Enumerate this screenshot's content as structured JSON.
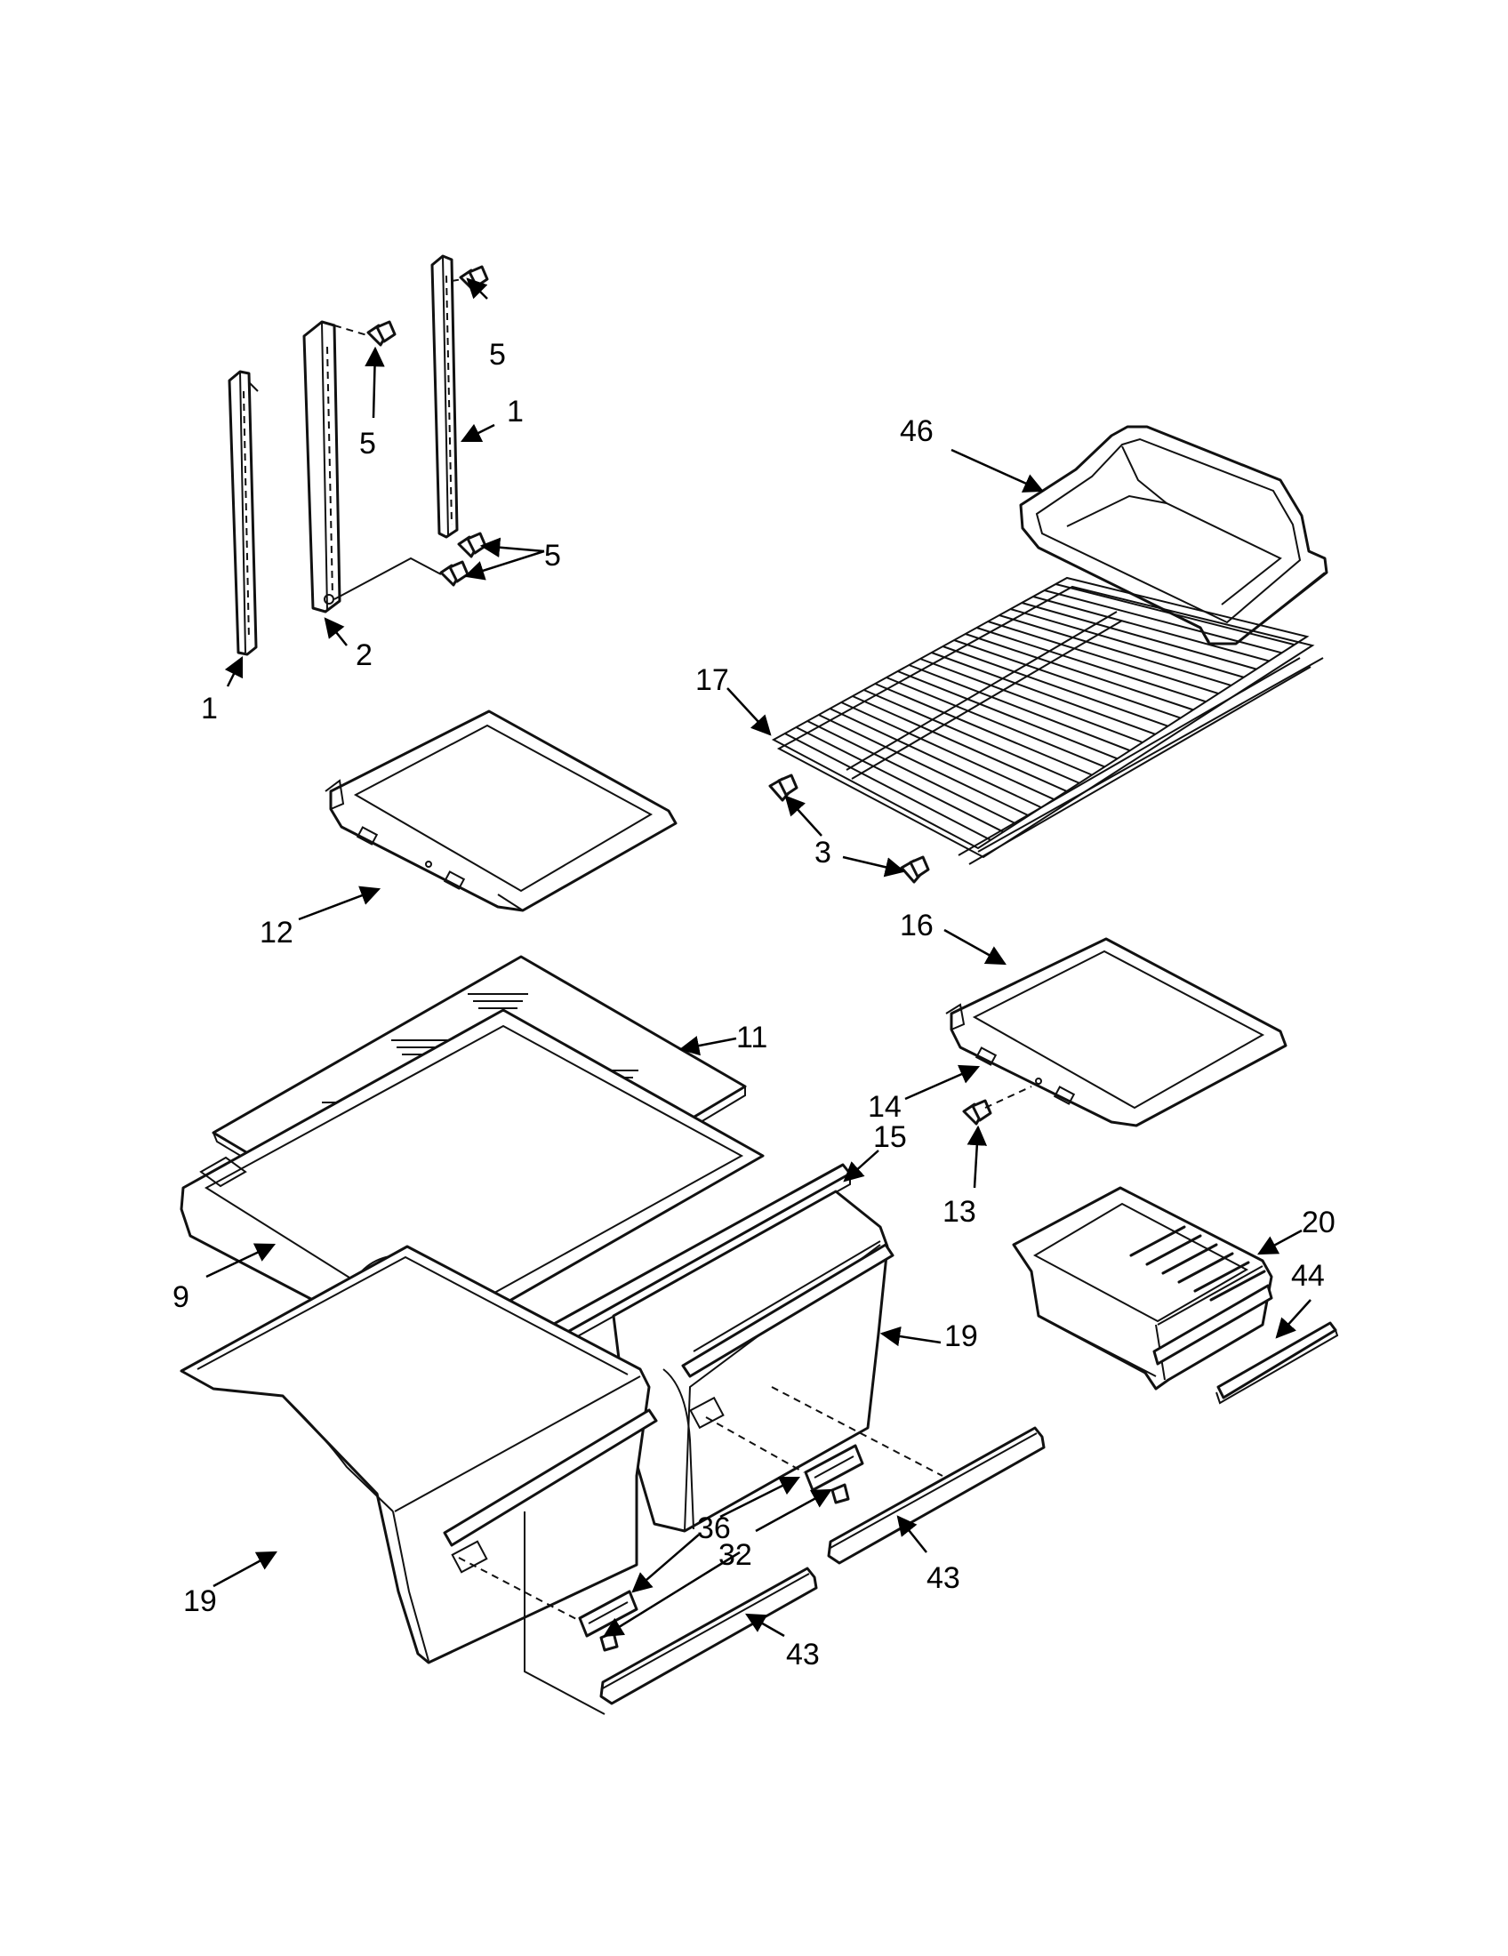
{
  "diagram": {
    "type": "exploded-parts-view",
    "callouts": [
      {
        "id": "c1a",
        "label": "1"
      },
      {
        "id": "c1b",
        "label": "1"
      },
      {
        "id": "c2",
        "label": "2"
      },
      {
        "id": "c5a",
        "label": "5"
      },
      {
        "id": "c5b",
        "label": "5"
      },
      {
        "id": "c5c",
        "label": "5"
      },
      {
        "id": "c46",
        "label": "46"
      },
      {
        "id": "c17",
        "label": "17"
      },
      {
        "id": "c3",
        "label": "3"
      },
      {
        "id": "c12",
        "label": "12"
      },
      {
        "id": "c16",
        "label": "16"
      },
      {
        "id": "c11",
        "label": "11"
      },
      {
        "id": "c14",
        "label": "14"
      },
      {
        "id": "c15",
        "label": "15"
      },
      {
        "id": "c13",
        "label": "13"
      },
      {
        "id": "c9",
        "label": "9"
      },
      {
        "id": "c20",
        "label": "20"
      },
      {
        "id": "c44",
        "label": "44"
      },
      {
        "id": "c19a",
        "label": "19"
      },
      {
        "id": "c19b",
        "label": "19"
      },
      {
        "id": "c36",
        "label": "36"
      },
      {
        "id": "c32",
        "label": "32"
      },
      {
        "id": "c43a",
        "label": "43"
      },
      {
        "id": "c43b",
        "label": "43"
      }
    ]
  }
}
